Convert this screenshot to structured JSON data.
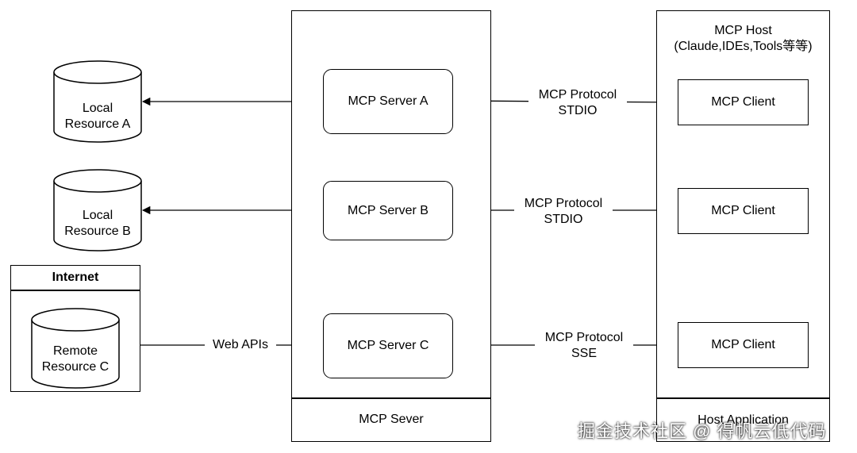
{
  "mcp_server_container": {
    "title": "MCP Sever"
  },
  "mcp_host": {
    "title": "MCP Host",
    "subtitle": "(Claude,IDEs,Tools等等)",
    "footer": "Host Application"
  },
  "internet_group": {
    "title": "Internet"
  },
  "resources": [
    {
      "line1": "Local",
      "line2": "Resource A"
    },
    {
      "line1": "Local",
      "line2": "Resource B"
    },
    {
      "line1": "Remote",
      "line2": "Resource C"
    }
  ],
  "servers": [
    {
      "label": "MCP Server A"
    },
    {
      "label": "MCP Server B"
    },
    {
      "label": "MCP Server C"
    }
  ],
  "clients": [
    {
      "label": "MCP Client"
    },
    {
      "label": "MCP Client"
    },
    {
      "label": "MCP Client"
    }
  ],
  "connections": {
    "web_apis": "Web APIs",
    "protocols": [
      {
        "line1": "MCP Protocol",
        "line2": "STDIO"
      },
      {
        "line1": "MCP Protocol",
        "line2": "STDIO"
      },
      {
        "line1": "MCP Protocol",
        "line2": "SSE"
      }
    ]
  },
  "watermark": "掘金技术社区 @ 得帆云低代码"
}
